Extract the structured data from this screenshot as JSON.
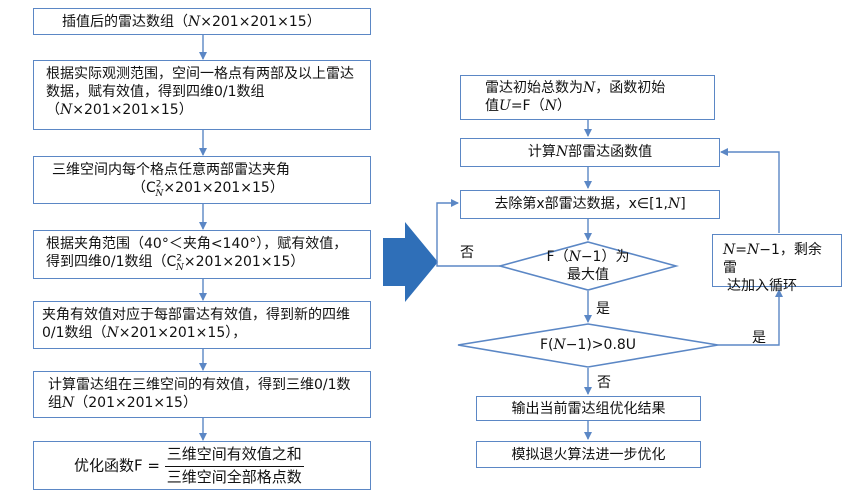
{
  "left": {
    "step1": {
      "text": "插值后的雷达数组（",
      "n": "N",
      "dims": "×201×201×15）"
    },
    "step2": {
      "text_a": "根据实际观测范围，空间一格点有两部及以上雷达数据，赋有效值，得到四维0/1数组（",
      "n": "N",
      "dims": "×201×201×15）"
    },
    "step3": {
      "text": "三维空间内每个格点任意两部雷达夹角",
      "comb_c": "C",
      "comb_sup": "2",
      "comb_sub": "N",
      "dims": "×201×201×15）"
    },
    "step4": {
      "text_a": "根据夹角范围（40°＜夹角<140°），赋有效值，得到四维0/1数组（",
      "comb_c": "C",
      "comb_sup": "2",
      "comb_sub": "N",
      "dims": "×201×201×15）"
    },
    "step5": {
      "text_a": "夹角有效值对应于每部雷达有效值，得到新的四维0/1数组（",
      "n": "N",
      "dims": "×201×201×15），"
    },
    "step6": {
      "text_a": "计算雷达组在三维空间的有效值，得到三维0/1数组",
      "n": "N",
      "dims": "（201×201×15）"
    },
    "step7": {
      "prefix": "优化函数F =",
      "numerator": "三维空间有效值之和",
      "denominator": "三维空间全部格点数"
    }
  },
  "right": {
    "init": {
      "line1_a": "雷达初始总数为",
      "n": "N",
      "line1_b": "，函数初始",
      "line2_a": "值",
      "u": "U",
      "line2_b": "=F（",
      "line2_n": "N",
      "line2_c": "）"
    },
    "compute": {
      "text_a": "计算",
      "n": "N",
      "text_b": "部雷达函数值"
    },
    "remove": {
      "text_a": "去除第x部雷达数据，x∈[1,",
      "n": "N",
      "text_b": "]"
    },
    "decision1": {
      "line1_a": "F（",
      "n": "N",
      "line1_b": "−1）为",
      "line2": "最大值"
    },
    "decision2": {
      "text_a": "F(",
      "n": "N",
      "text_b": "−1)>0.8U"
    },
    "loop": {
      "n1": "N",
      "line1_a": "=",
      "n2": "N",
      "line1_b": "−1，剩余雷",
      "line2": "达加入循环"
    },
    "output": {
      "text": "输出当前雷达组优化结果"
    },
    "anneal": {
      "text": "模拟退火算法进一步优化"
    },
    "labels": {
      "no1": "否",
      "yes1": "是",
      "yes2": "是",
      "no2": "否"
    }
  },
  "colors": {
    "border": "#5b87c5",
    "arrow": "#5b87c5",
    "big_arrow": "#2f6fb8"
  }
}
